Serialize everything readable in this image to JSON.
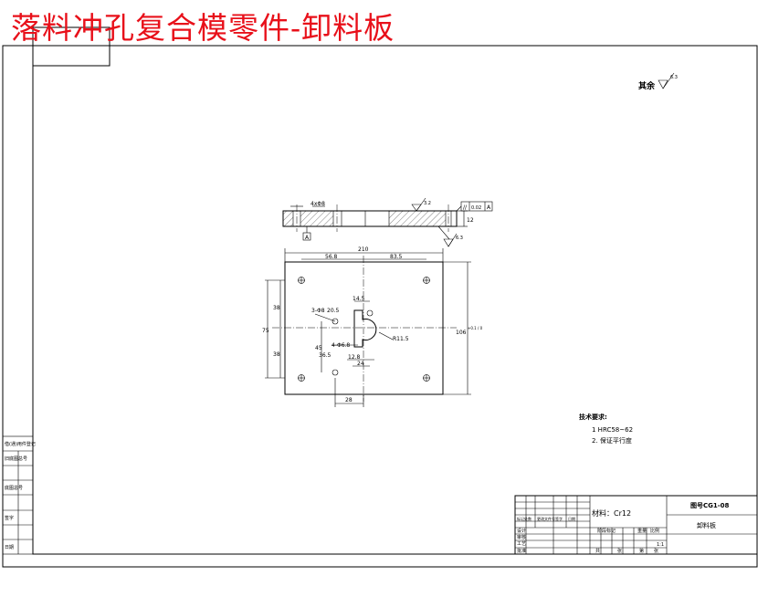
{
  "title": "落料冲孔复合模零件-卸料板",
  "roughness": {
    "label": "其余",
    "value": "6.3",
    "top_value": "3.2",
    "side_value": "6.3"
  },
  "tolerance_frame": {
    "symbol": "//",
    "value": "0.02",
    "datum": "A"
  },
  "datum_label": "A",
  "section": {
    "callout": "4xΦ8"
  },
  "dimensions": {
    "overall_width": "210",
    "left_span": "56.8",
    "right_span": "83.5",
    "thickness": "12",
    "height_total": "106",
    "height_tol": "+0.1 / 0",
    "left_upper": "38",
    "left_total": "75",
    "left_lower": "38",
    "hole_callout": "3-Φ8",
    "dim_20_5": "20.5",
    "dim_14_5": "14.5",
    "radius": "R11.5",
    "dim_45": "45",
    "small_holes": "4-Φ6.8",
    "dim_36_5": "36.5",
    "dim_12_8": "12.8",
    "dim_24": "24",
    "bottom_dim": "28"
  },
  "tech_requirements": {
    "heading": "技术要求:",
    "items": [
      "1   HRC58~62",
      "2.  保证平行度"
    ]
  },
  "left_strip": [
    "借(通)用件登记",
    "旧底图总号",
    "底图总号",
    "签字",
    "日期"
  ],
  "title_block": {
    "material": "材料：Cr12",
    "drawing_no": "图号CG1-08",
    "part_name": "卸料板",
    "scale": "1:1",
    "header_row": [
      "标记处数",
      "更改文件号",
      "签字",
      "日期"
    ],
    "roles": [
      "设计",
      "审核",
      "工艺",
      "批准"
    ],
    "row2": [
      "阶段标记",
      "重量",
      "比例"
    ],
    "row3": [
      "共",
      "张",
      "第",
      "张"
    ]
  }
}
